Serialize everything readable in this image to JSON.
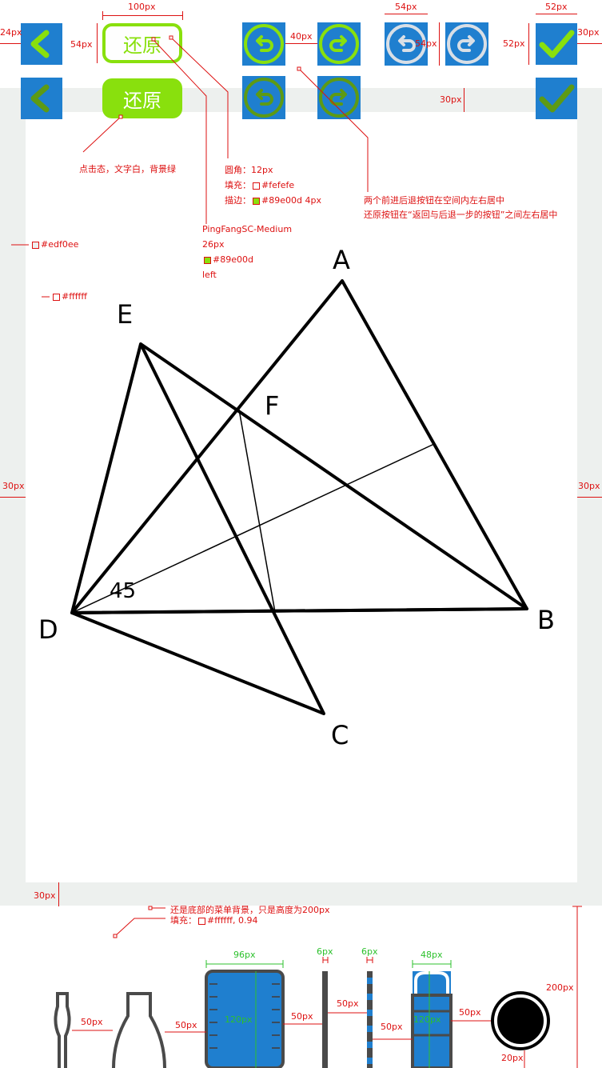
{
  "toolbar": {
    "restore_label": "还原",
    "restore_pressed_label": "还原"
  },
  "colors": {
    "page_background": "#edf0ee",
    "canvas_background": "#ffffff",
    "button_blue": "#1f7fcf",
    "accent_green": "#89e00d",
    "restore_fill": "#fefefe",
    "annotation_red": "#dd1111"
  },
  "icons": [
    "back-chevron-icon",
    "undo-icon",
    "redo-icon",
    "check-icon",
    "bottle-icon",
    "flask-icon",
    "beaker-icon",
    "rod-icon",
    "dotted-rod-icon",
    "cylinder-icon",
    "circle-button-icon"
  ],
  "annotations": {
    "w_100": "100px",
    "h_54": "54px",
    "left_24": "24px",
    "gap_40": "40px",
    "w_54": "54px",
    "h_54b": "54px",
    "w_52": "52px",
    "h_52": "52px",
    "right_30": "30px",
    "gap_30": "30px",
    "pressed_note": "点击态，文字白，背景绿",
    "radius_note": "圆角：12px",
    "fill_note": "填充：",
    "fill_value": "#fefefe",
    "stroke_note": "描边：",
    "stroke_value": "#89e00d  4px",
    "center_note_1": "两个前进后退按钮在空间内左右居中",
    "center_note_2": "还原按钮在“返回与后退一步的按钮”之间左右居中",
    "font_name": "PingFangSC-Medium",
    "font_size": "26px",
    "font_color": "#89e00d",
    "font_align": "left",
    "bg_color_note": "#edf0ee",
    "canvas_color_note": "#ffffff",
    "side_left_30": "30px",
    "side_right_30": "30px",
    "bottom_gap_30": "30px",
    "menu_note_1": "还是底部的菜单背景，只是高度为200px",
    "menu_note_2": "填充：",
    "menu_fill_value": "#ffffff, 0.94",
    "tool_gap_50a": "50px",
    "tool_gap_50b": "50px",
    "tool_w_96": "96px",
    "tool_h_120": "120px",
    "tool_gap_50c": "50px",
    "tool_w_6a": "6px",
    "tool_w_6b": "6px",
    "tool_gap_50d": "50px",
    "tool_gap_50e": "50px",
    "tool_w_48": "48px",
    "tool_h_120b": "120px",
    "tool_gap_50f": "50px",
    "menu_h_200": "200px",
    "menu_bottom_20": "20px"
  },
  "figure": {
    "labels": {
      "A": "A",
      "B": "B",
      "C": "C",
      "D": "D",
      "E": "E",
      "F": "F"
    },
    "angle_label": "45"
  }
}
